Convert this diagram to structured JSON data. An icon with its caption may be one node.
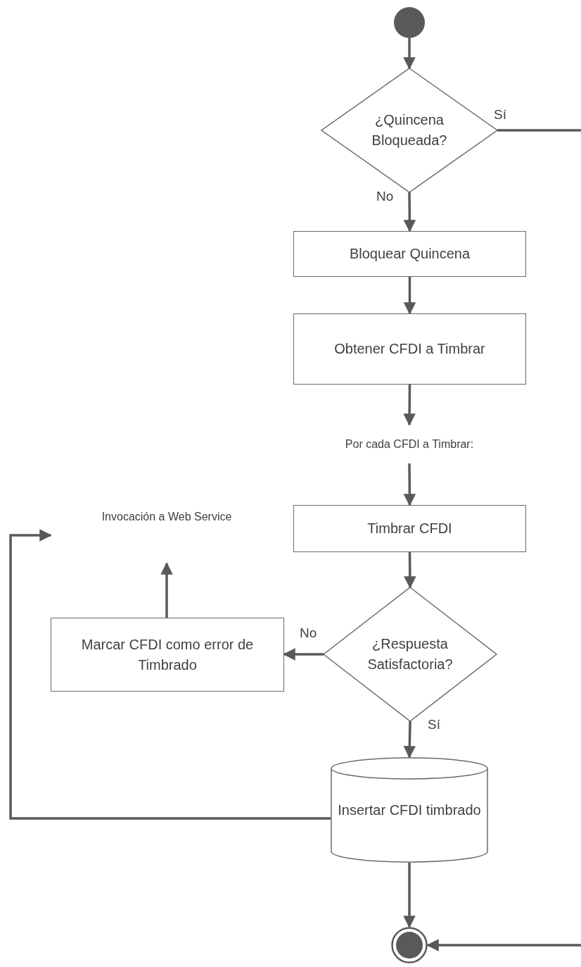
{
  "diagram": {
    "nodes": [
      {
        "text": [],
        "shape": "circle"
      },
      {
        "text": [
          "¿Quincena Bloqueada?"
        ]
      },
      {
        "text": [
          "Bloquear Quincena"
        ]
      },
      {
        "text": [
          "Obtener CFDI a Timbrar"
        ]
      },
      {
        "text": [
          "Por cada CFDI a Timbrar:"
        ]
      },
      {
        "text": [
          "Timbrar CFDI"
        ]
      },
      {
        "text": [
          "¿Respuesta Satisfactoria?"
        ]
      },
      {
        "text": [
          "Marcar CFDI como error de Timbrado"
        ]
      },
      {
        "text": [
          "Invocación a Web Service"
        ]
      },
      {
        "text": [
          "Insertar CFDI timbrado"
        ]
      },
      {
        "text": [],
        "shape": "bullseye"
      }
    ],
    "edges": [
      {
        "from": 0,
        "to": 1,
        "arrow": "to"
      },
      {
        "from": 1,
        "to": 2,
        "arrow": "to",
        "label": "No"
      },
      {
        "from": 1,
        "to": null,
        "arrow": "none",
        "label": "Sí"
      },
      {
        "from": 2,
        "to": 3,
        "arrow": "to"
      },
      {
        "from": 3,
        "to": 4,
        "arrow": "to"
      },
      {
        "from": 4,
        "to": 5,
        "arrow": "to"
      },
      {
        "from": 5,
        "to": 6,
        "arrow": "to"
      },
      {
        "from": 6,
        "to": 7,
        "arrow": "to",
        "label": "No"
      },
      {
        "from": 6,
        "to": 9,
        "arrow": "to",
        "label": "Sí"
      },
      {
        "from": 7,
        "to": 8,
        "arrow": "to"
      },
      {
        "from": 9,
        "to": 8,
        "arrow": "to"
      },
      {
        "from": 9,
        "to": 10,
        "arrow": "to"
      },
      {
        "from": null,
        "to": 10,
        "arrow": "to"
      }
    ]
  }
}
